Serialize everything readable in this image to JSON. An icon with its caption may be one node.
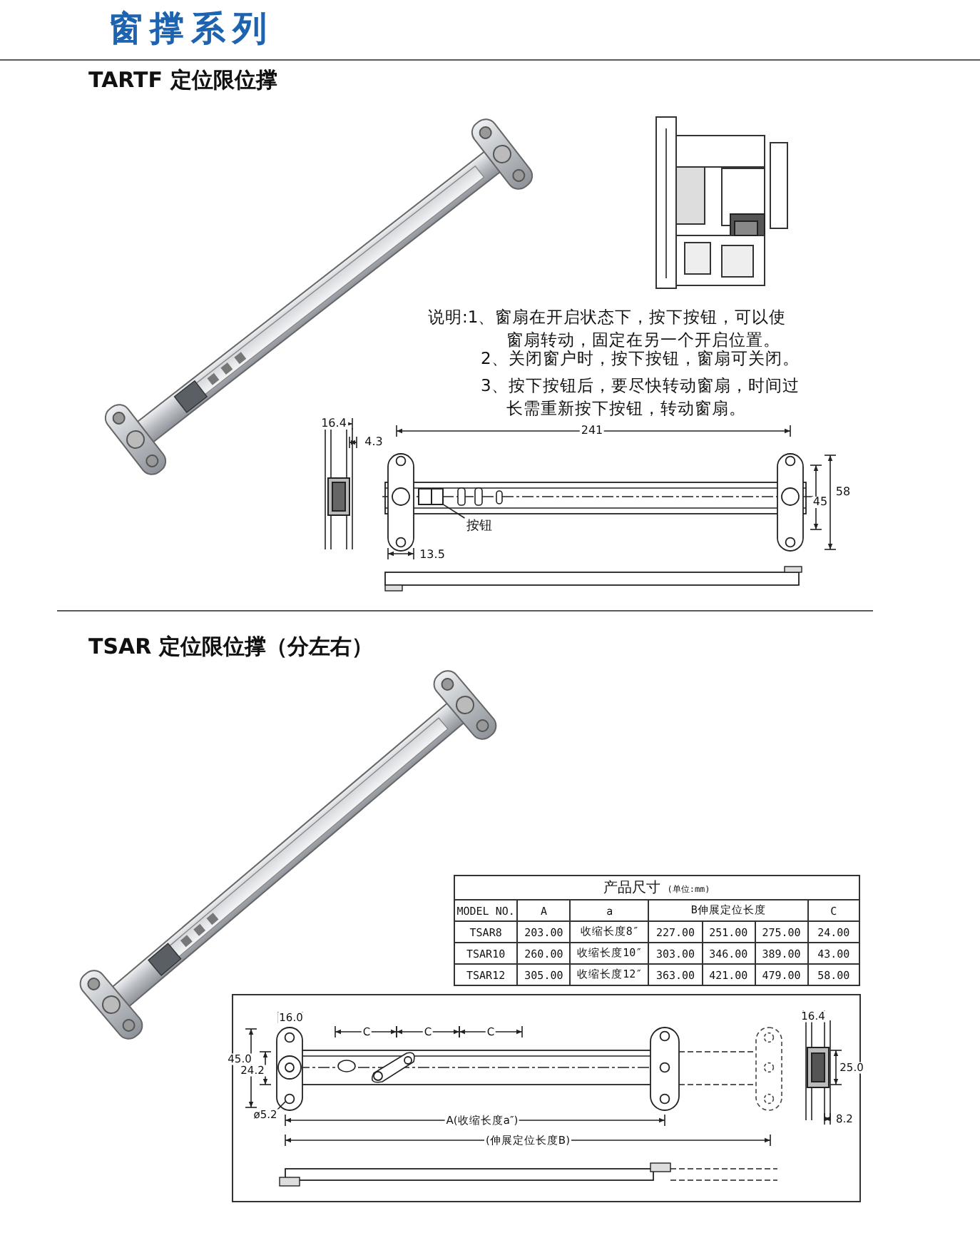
{
  "diagram": {
    "title": "窗撑系列",
    "nodes": [
      {
        "text": [
          "按钮"
        ]
      },
      {
        "text": [],
        "shape": "box"
      }
    ],
    "edges": [
      {
        "from": 0,
        "to": 1,
        "arrow": "none"
      }
    ],
    "labels": [
      "TARTF 定位限位撑",
      "说明:1、窗扇在开启状态下，按下按钮，可以使窗扇转动，固定在另一个开启位置。",
      "2、关闭窗户时，按下按钮，窗扇可关闭。",
      "3、按下按钮后，要尽快转动窗扇，时间过长需重新按下按钮，转动窗扇。",
      "16.4",
      "4.3",
      "241",
      "45",
      "58",
      "13.5",
      "TSAR 定位限位撑（分左右）",
      "产品尺寸",
      "(单位:mm)",
      "MODEL NO.",
      "A",
      "a",
      "B伸展定位长度",
      "C",
      "TSAR8",
      "203.00",
      "收缩长度8″",
      "227.00",
      "251.00",
      "275.00",
      "24.00",
      "TSAR10",
      "260.00",
      "收缩长度10″",
      "303.00",
      "346.00",
      "389.00",
      "43.00",
      "TSAR12",
      "305.00",
      "收缩长度12″",
      "363.00",
      "421.00",
      "479.00",
      "58.00",
      "16.0",
      "C",
      "C",
      "C",
      "45.0",
      "24.2",
      "ø5.2",
      "A(收缩长度a″)",
      "(伸展定位长度B)",
      "16.4",
      "25.0",
      "8.2"
    ]
  }
}
